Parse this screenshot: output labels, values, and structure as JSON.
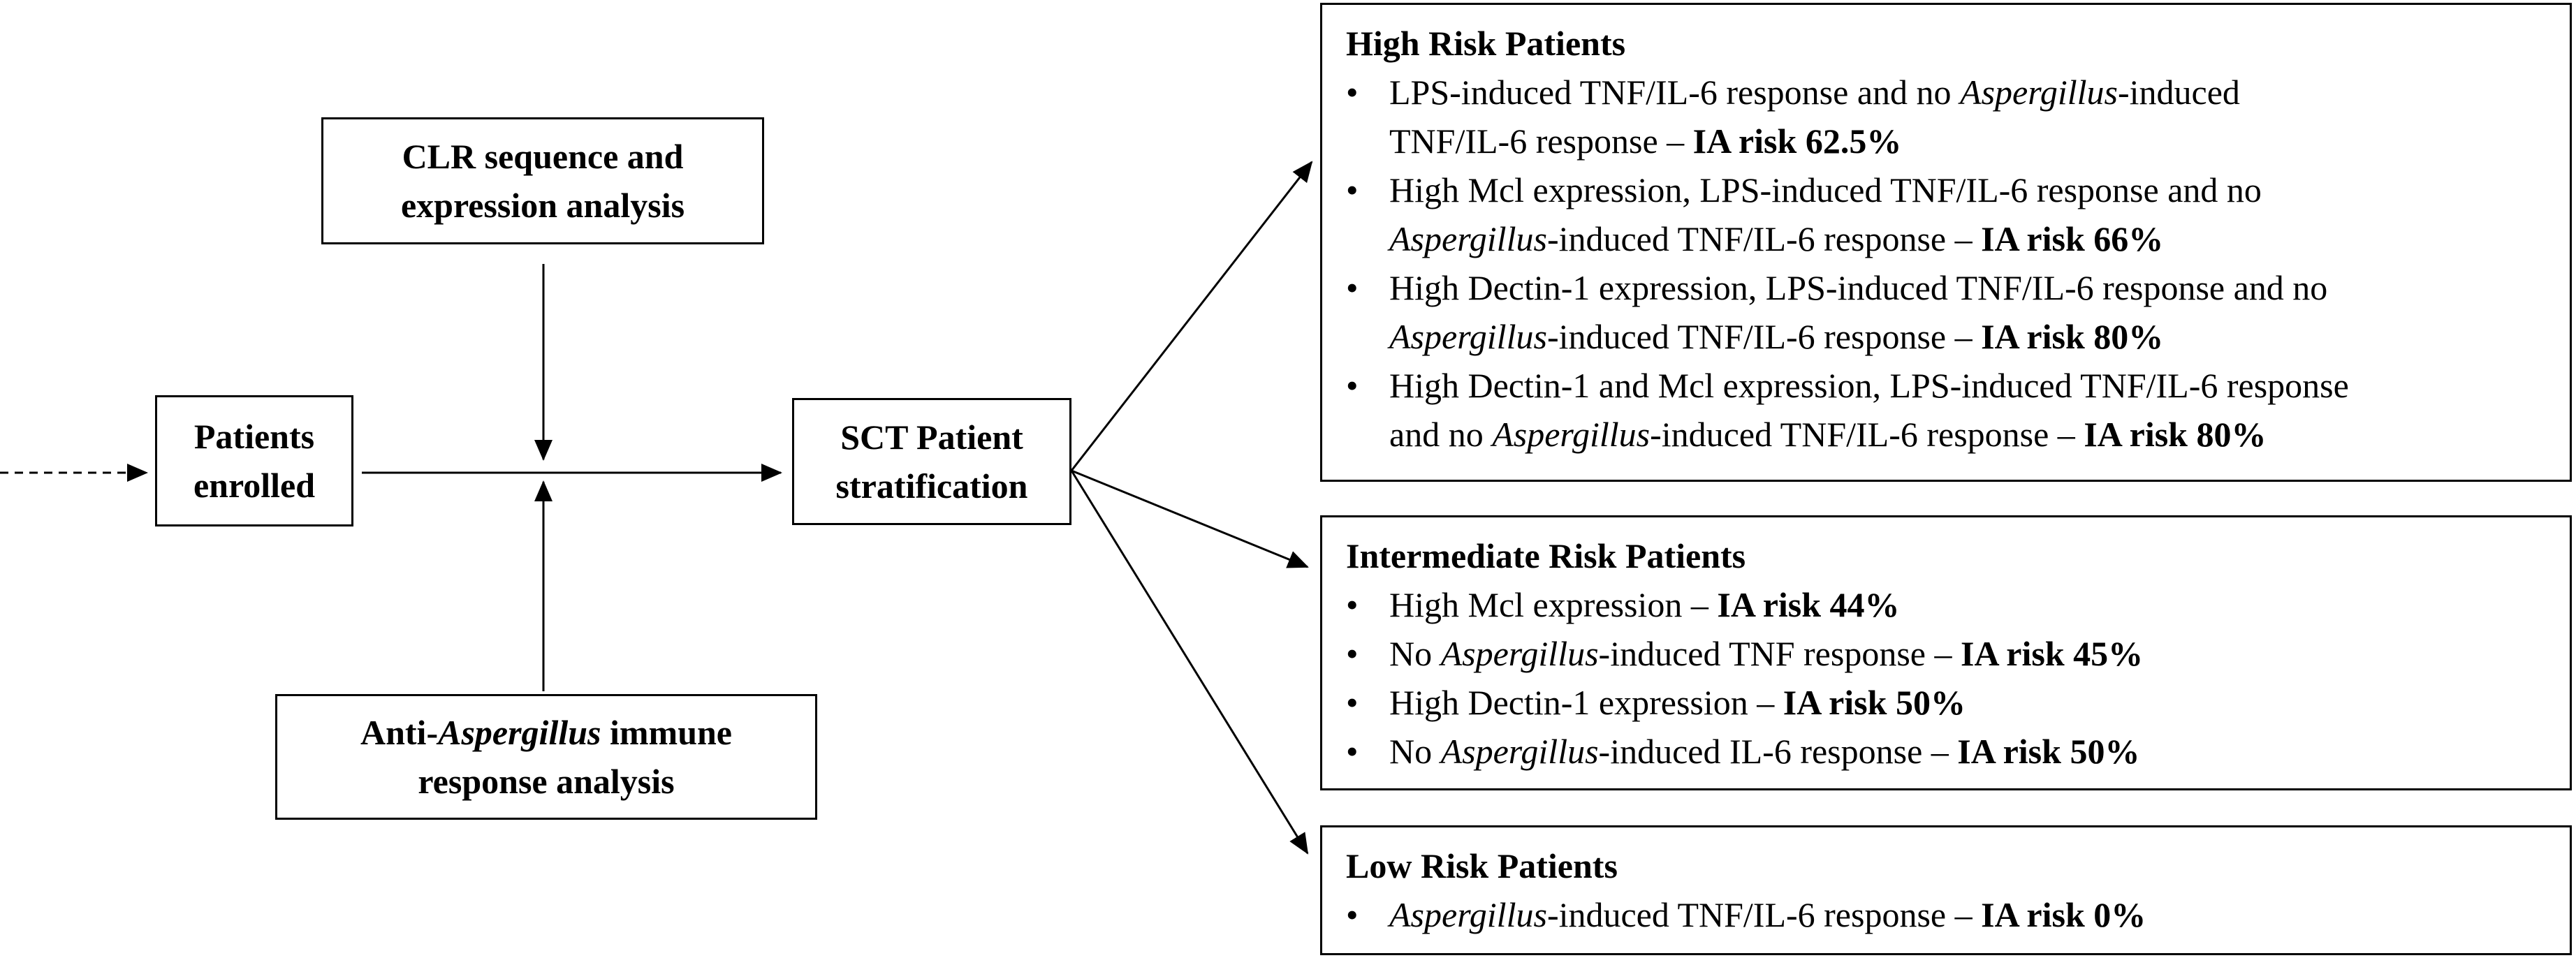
{
  "nodes": {
    "patients_enrolled": {
      "lines": [
        "Patients",
        "enrolled"
      ]
    },
    "clr_analysis": {
      "lines": [
        "CLR sequence and",
        "expression analysis"
      ]
    },
    "immune_analysis": {
      "line1_prefix": "Anti-",
      "line1_italic": "Aspergillus",
      "line1_suffix": " immune",
      "line2": "response analysis"
    },
    "stratification": {
      "lines": [
        "SCT Patient",
        "stratification"
      ]
    }
  },
  "risk_groups": {
    "high": {
      "title": "High Risk Patients",
      "items": [
        {
          "line1_pre": "LPS-induced TNF/IL-6 response and no ",
          "line1_italic": "Aspergillus",
          "line1_post": "-induced",
          "line2_pre": "TNF/IL-6 response – ",
          "risk": "IA risk 62.5%"
        },
        {
          "line1_pre": "High Mcl expression, LPS-induced TNF/IL-6 response and no",
          "line2_italic": "Aspergillus",
          "line2_post": "-induced TNF/IL-6 response – ",
          "risk": "IA risk 66%"
        },
        {
          "line1_pre": "High Dectin-1 expression, LPS-induced TNF/IL-6 response and no",
          "line2_italic": "Aspergillus",
          "line2_post": "-induced TNF/IL-6 response – ",
          "risk": "IA risk 80%"
        },
        {
          "line1_pre": "High Dectin-1 and Mcl expression, LPS-induced TNF/IL-6 response",
          "line2_pre": "and no ",
          "line2_italic": "Aspergillus",
          "line2_post": "-induced TNF/IL-6 response – ",
          "risk": "IA risk 80%"
        }
      ]
    },
    "intermediate": {
      "title": "Intermediate Risk Patients",
      "items": [
        {
          "pre": "High Mcl expression – ",
          "risk": "IA risk 44%"
        },
        {
          "pre": "No ",
          "italic": "Aspergillus",
          "post": "-induced TNF response – ",
          "risk": "IA risk 45%"
        },
        {
          "pre": "High Dectin-1 expression – ",
          "risk": "IA risk 50%"
        },
        {
          "pre": "No ",
          "italic": "Aspergillus",
          "post": "-induced IL-6 response – ",
          "risk": "IA risk 50%"
        }
      ]
    },
    "low": {
      "title": "Low Risk Patients",
      "items": [
        {
          "italic": "Aspergillus",
          "post": "-induced TNF/IL-6 response – ",
          "risk": "IA risk 0%"
        }
      ]
    }
  },
  "colors": {
    "stroke": "#000000",
    "background": "#ffffff"
  }
}
